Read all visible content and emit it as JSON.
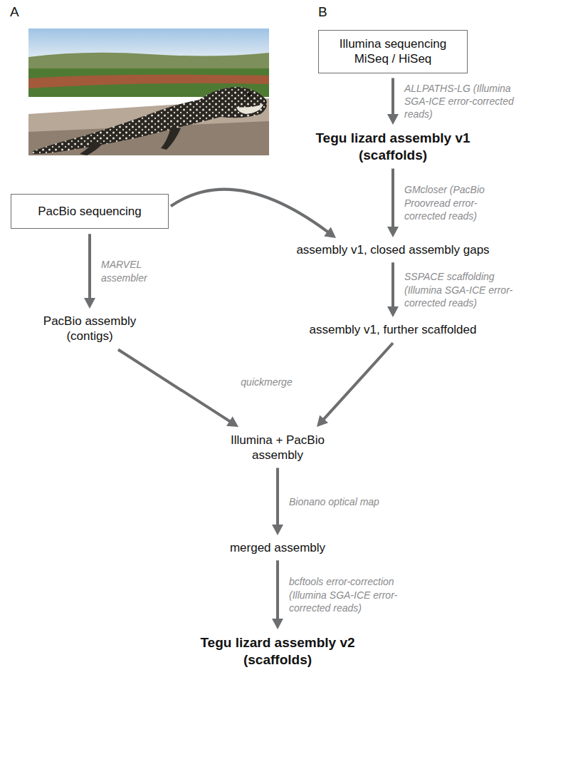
{
  "diagram": {
    "nodes": [
      {
        "text": [
          "Illumina sequencing MiSeq / HiSeq"
        ]
      },
      {
        "text": [
          "Tegu lizard assembly v1 (scaffolds)"
        ]
      },
      {
        "text": [
          "PacBio sequencing"
        ]
      },
      {
        "text": [
          "assembly v1, closed assembly gaps"
        ]
      },
      {
        "text": [
          "PacBio assembly (contigs)"
        ]
      },
      {
        "text": [
          "assembly v1, further scaffolded"
        ]
      },
      {
        "text": [
          "Illumina + PacBio assembly"
        ]
      },
      {
        "text": [
          "merged assembly"
        ]
      },
      {
        "text": [
          "Tegu lizard assembly v2 (scaffolds)"
        ]
      }
    ],
    "edges": [
      {
        "from": 0,
        "to": 1,
        "arrow": "to",
        "label": "ALLPATHS-LG (Illumina SGA-ICE error-corrected reads)"
      },
      {
        "from": 1,
        "to": 3,
        "arrow": "to",
        "label": "GMcloser (PacBio Proovread error-corrected reads)"
      },
      {
        "from": 2,
        "to": 3,
        "arrow": "to"
      },
      {
        "from": 3,
        "to": 5,
        "arrow": "to",
        "label": "SSPACE scaffolding (Illumina SGA-ICE error-corrected reads)"
      },
      {
        "from": 2,
        "to": 4,
        "arrow": "to",
        "label": "MARVEL assembler"
      },
      {
        "from": 4,
        "to": 6,
        "arrow": "to",
        "label": "quickmerge"
      },
      {
        "from": 5,
        "to": 6,
        "arrow": "to"
      },
      {
        "from": 6,
        "to": 7,
        "arrow": "to",
        "label": "Bionano optical map"
      },
      {
        "from": 7,
        "to": 8,
        "arrow": "to",
        "label": "bcftools error-correction (Illumina SGA-ICE error-corrected reads)"
      }
    ],
    "labels": [
      "A",
      "B"
    ]
  }
}
